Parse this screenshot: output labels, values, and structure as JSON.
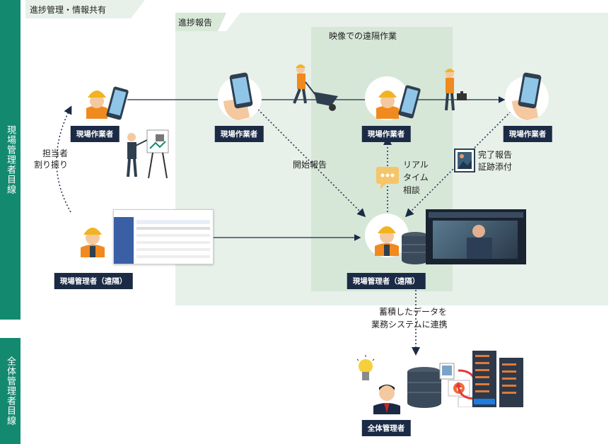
{
  "side": {
    "top_label": "現場管理者目線",
    "bottom_label": "全体管理者目線"
  },
  "regions": {
    "outer_title": "進捗管理・情報共有",
    "report_title": "進捗報告",
    "video_title": "映像での遠隔作業"
  },
  "nodes": {
    "worker1": "現場作業者",
    "worker2": "現場作業者",
    "worker3": "現場作業者",
    "worker4": "現場作業者",
    "manager_left": "現場管理者（遠隔）",
    "manager_center": "現場管理者（遠隔）",
    "overall": "全体管理者"
  },
  "edges": {
    "assign": [
      "担当者",
      "割り振り"
    ],
    "start_report": "開始報告",
    "realtime": [
      "リアル",
      "タイム",
      "相談"
    ],
    "complete": [
      "完了報告",
      "証跡添付"
    ],
    "integrate": [
      "蓄積したデータを",
      "業務システムに連携"
    ]
  },
  "colors": {
    "side": "#138a70",
    "region": "#e7f0e9",
    "inner": "#d8e8d9",
    "tag": "#1b2a45",
    "helmet": "#f2b321",
    "vest": "#f08a1e"
  },
  "icons": [
    "smartphone-icon",
    "helmet-icon",
    "wheelbarrow-icon",
    "toolbox-icon",
    "chat-bubble-icon",
    "photo-icon",
    "database-icon",
    "server-icon",
    "lightbulb-icon",
    "video-icon"
  ]
}
